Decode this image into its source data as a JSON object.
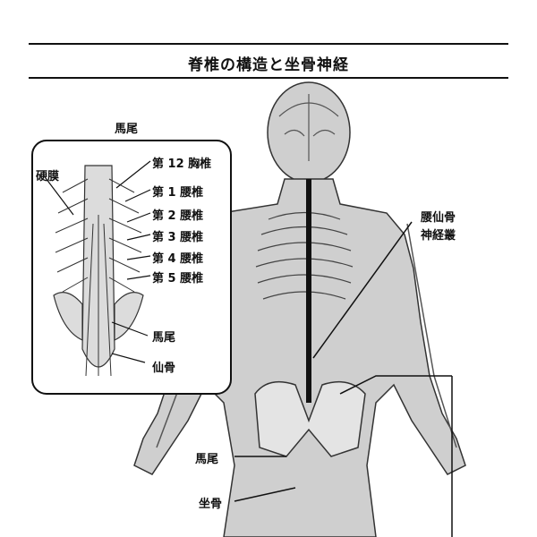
{
  "title": "脊椎の構造と坐骨神経",
  "inset": {
    "top_label": "馬尾",
    "left_label": "硬膜",
    "vertebrae": [
      "第 12 胸椎",
      "第 1 腰椎",
      "第 2 腰椎",
      "第 3 腰椎",
      "第 4 腰椎",
      "第 5 腰椎"
    ],
    "cauda_label": "馬尾",
    "sacrum_label": "仙骨"
  },
  "body": {
    "plexus_label_line1": "腰仙骨",
    "plexus_label_line2": "神経叢",
    "cauda_label": "馬尾",
    "sciatic_label": "坐骨"
  }
}
